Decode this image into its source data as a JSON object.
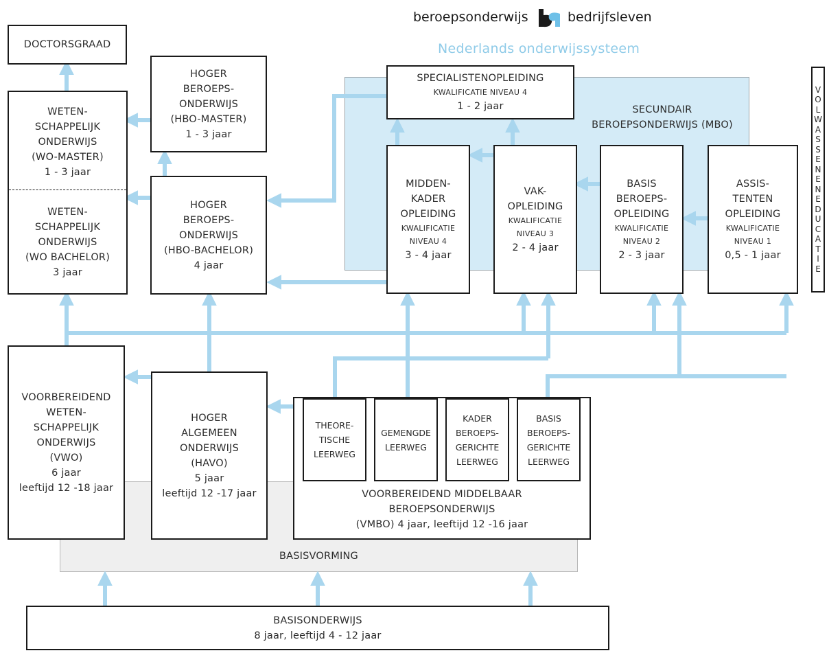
{
  "header": {
    "brand_left": "beroepsonderwijs",
    "brand_right": "bedrijfsleven",
    "subtitle": "Nederlands onderwijssysteem"
  },
  "colors": {
    "arrow": "#a9d6ee",
    "mbo_region": "#d4ebf7",
    "basis_region": "#efefef",
    "logo_dark": "#1a1a1a",
    "logo_blue": "#6ec0e8"
  },
  "boxes": {
    "doctorsgraad": [
      "DOCTORSGRAAD"
    ],
    "wo_master": [
      "WETEN-",
      "SCHAPPELIJK",
      "ONDERWIJS",
      "(WO-MASTER)",
      "1 - 3 jaar"
    ],
    "wo_bachelor": [
      "WETEN-",
      "SCHAPPELIJK",
      "ONDERWIJS",
      "(WO BACHELOR)",
      "3 jaar"
    ],
    "hbo_master": [
      "HOGER",
      "BEROEPS-",
      "ONDERWIJS",
      "(HBO-MASTER)",
      "1 - 3 jaar"
    ],
    "hbo_bachelor": [
      "HOGER",
      "BEROEPS-",
      "ONDERWIJS",
      "(HBO-BACHELOR)",
      "4 jaar"
    ],
    "specialisten": [
      "SPECIALISTENOPLEIDING",
      "KWALIFICATIE NIVEAU 4",
      "1 - 2 jaar"
    ],
    "mbo_label": [
      "SECUNDAIR",
      "BEROEPSONDERWIJS (MBO)"
    ],
    "middenkader": [
      "MIDDEN-",
      "KADER",
      "OPLEIDING",
      "KWALIFICATIE",
      "NIVEAU 4",
      "3 - 4 jaar"
    ],
    "vakopleiding": [
      "VAK-",
      "OPLEIDING",
      "KWALIFICATIE",
      "NIVEAU 3",
      "2 - 4 jaar"
    ],
    "basisberoeps": [
      "BASIS",
      "BEROEPS-",
      "OPLEIDING",
      "KWALIFICATIE",
      "NIVEAU 2",
      "2 - 3 jaar"
    ],
    "assistenten": [
      "ASSIS-",
      "TENTEN",
      "OPLEIDING",
      "KWALIFICATIE",
      "NIVEAU 1",
      "0,5 - 1 jaar"
    ],
    "vwo": [
      "VOORBEREIDEND",
      "WETEN-",
      "SCHAPPELIJK",
      "ONDERWIJS",
      "(VWO)",
      "6 jaar",
      "leeftijd 12 -18 jaar"
    ],
    "havo": [
      "HOGER",
      "ALGEMEEN",
      "ONDERWIJS",
      "(HAVO)",
      "5 jaar",
      "leeftijd 12 -17 jaar"
    ],
    "theoretische": [
      "THEORE-",
      "TISCHE",
      "LEERWEG"
    ],
    "gemengde": [
      "GEMENGDE",
      "LEERWEG"
    ],
    "kader": [
      "KADER",
      "BEROEPS-",
      "GERICHTE",
      "LEERWEG"
    ],
    "basis_lw": [
      "BASIS",
      "BEROEPS-",
      "GERICHTE",
      "LEERWEG"
    ],
    "vmbo": [
      "VOORBEREIDEND MIDDELBAAR",
      "BEROEPSONDERWIJS",
      "(VMBO) 4 jaar, leeftijd 12 -16 jaar"
    ],
    "basisvorming": [
      "BASISVORMING"
    ],
    "basisonderwijs": [
      "BASISONDERWIJS",
      "8 jaar, leeftijd 4 - 12 jaar"
    ],
    "volwassenen": [
      "V",
      "O",
      "L",
      "W",
      "A",
      "S",
      "S",
      "E",
      "N",
      "E",
      "N",
      "E",
      "D",
      "U",
      "C",
      "A",
      "T",
      "I",
      "E"
    ]
  }
}
